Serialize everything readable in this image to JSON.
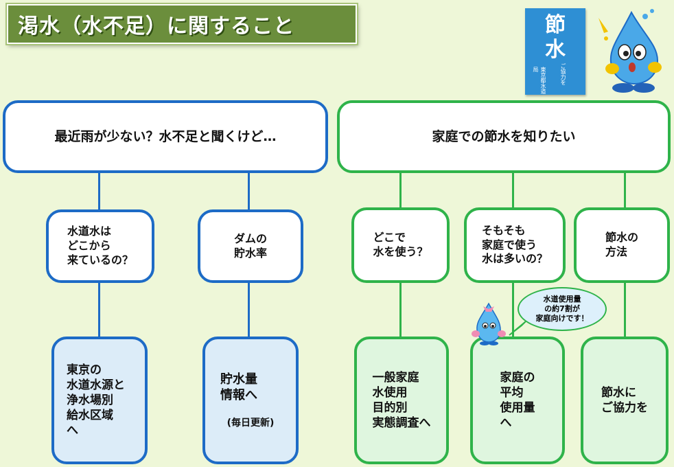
{
  "title": "渇水（水不足）に関すること",
  "poster": {
    "char1": "節",
    "char2": "水",
    "small_text": "ご協力を",
    "org": "東京都水道局"
  },
  "sections": {
    "left_header": "最近雨が少ない？水不足と聞くけど…",
    "right_header": "家庭での節水を知りたい"
  },
  "questions": {
    "q1": "水道水は\nどこから\n来ているの？",
    "q2": "ダムの\n貯水率",
    "q3": "どこで\n水を使う？",
    "q4": "そもそも\n家庭で使う\n水は多いの？",
    "q5": "節水の\n方法"
  },
  "links": {
    "l1": "東京の\n水道水源と\n浄水場別\n給水区域\nへ",
    "l2": "貯水量\n情報へ",
    "l2_note": "(毎日更新)",
    "l3": "一般家庭\n水使用\n目的別\n実態調査へ",
    "l4": "家庭の\n平均\n使用量\nへ",
    "l5": "節水に\nご協力を"
  },
  "bubble": "水道使用量\nの約7割が\n家庭向けです！",
  "colors": {
    "blue": "#1d6bc6",
    "green": "#2fb34a",
    "title_bg": "#6b8e3c",
    "page_bg": "#eef7d8"
  }
}
